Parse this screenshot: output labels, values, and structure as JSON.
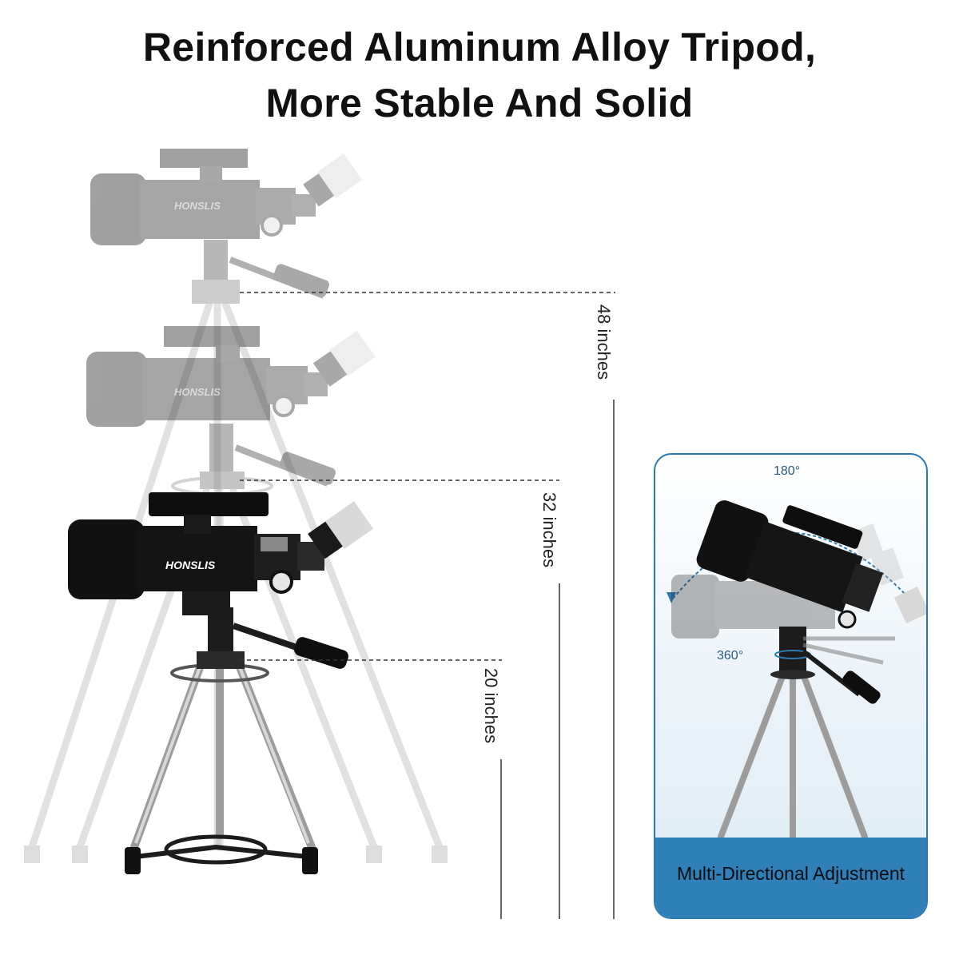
{
  "headline": {
    "line1": "Reinforced Aluminum Alloy Tripod,",
    "line2": "More Stable And Solid"
  },
  "dimensions": {
    "high": "48 inches",
    "mid": "32 inches",
    "low": "20 inches"
  },
  "brand": "HONSLIS",
  "panel": {
    "angle_top": "180°",
    "angle_rotate": "360°",
    "footer": "Multi-Directional Adjustment"
  },
  "colors": {
    "panel_border": "#2a79b2",
    "panel_footer": "#2f7fb9",
    "telescope_body": "#111111"
  }
}
